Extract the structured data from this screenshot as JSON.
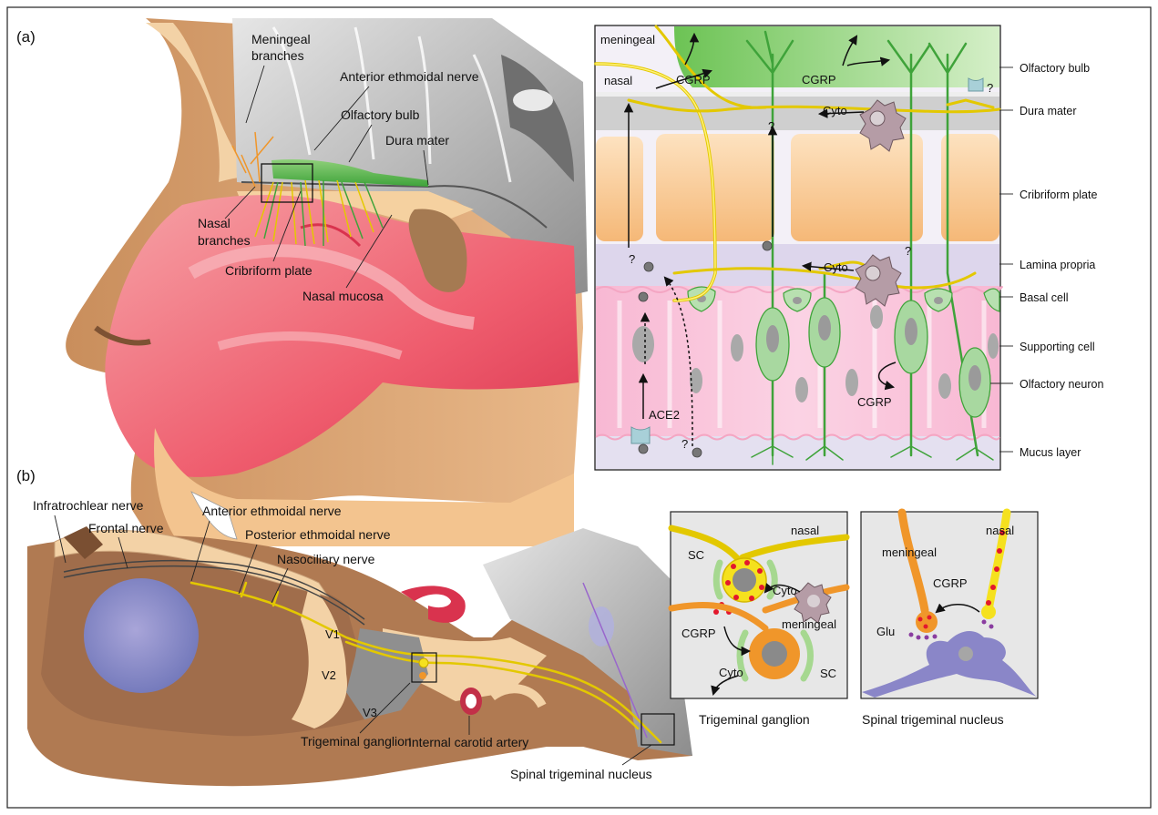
{
  "panels": {
    "a": "(a)",
    "b": "(b)"
  },
  "head_labels": {
    "meningeal_branches": [
      "Meningeal",
      "branches"
    ],
    "anterior_ethmoidal": "Anterior ethmoidal nerve",
    "olfactory_bulb": "Olfactory bulb",
    "dura_mater": "Dura mater",
    "nasal_branches": [
      "Nasal",
      "branches"
    ],
    "cribriform_plate": "Cribriform plate",
    "nasal_mucosa": "Nasal mucosa"
  },
  "detail_labels": {
    "meningeal": "meningeal",
    "nasal": "nasal",
    "cgrp": "CGRP",
    "cyto": "Cyto",
    "ace2": "ACE2",
    "question": "?"
  },
  "layer_labels": [
    "Olfactory bulb",
    "Dura mater",
    "Cribriform plate",
    "Lamina propria",
    "Basal cell",
    "Supporting cell",
    "Olfactory neuron",
    "Mucus layer"
  ],
  "b_labels": {
    "infratrochlear": "Infratrochlear nerve",
    "frontal": "Frontal nerve",
    "anterior_ethmoidal": "Anterior ethmoidal nerve",
    "posterior_ethmoidal": "Posterior ethmoidal nerve",
    "nasociliary": "Nasociliary nerve",
    "v1": "V1",
    "v2": "V2",
    "v3": "V3",
    "trigeminal_ganglion": "Trigeminal ganglion",
    "internal_carotid": "Internal carotid artery",
    "spinal_trigeminal": "Spinal trigeminal nucleus"
  },
  "inset_tg": {
    "nasal": "nasal",
    "meningeal": "meningeal",
    "sc": "SC",
    "cyto": "Cyto",
    "cgrp": "CGRP",
    "caption": "Trigeminal ganglion"
  },
  "inset_stn": {
    "nasal": "nasal",
    "meningeal": "meningeal",
    "cgrp": "CGRP",
    "glu": "Glu",
    "caption": "Spinal trigeminal nucleus"
  },
  "colors": {
    "olfactory_bulb": "#5cb84a",
    "nerve": "#f5e11e",
    "meningeal_nerve": "#f0962a",
    "mucosa": "#f2637a",
    "bone": "#f8c48c",
    "brain": "#9a9a9a",
    "neuron": "#a8d8a0",
    "supporting": "#f7a9c6",
    "neuron_nucleus_body": "#8a86c8",
    "red_dot": "#e3182d"
  }
}
